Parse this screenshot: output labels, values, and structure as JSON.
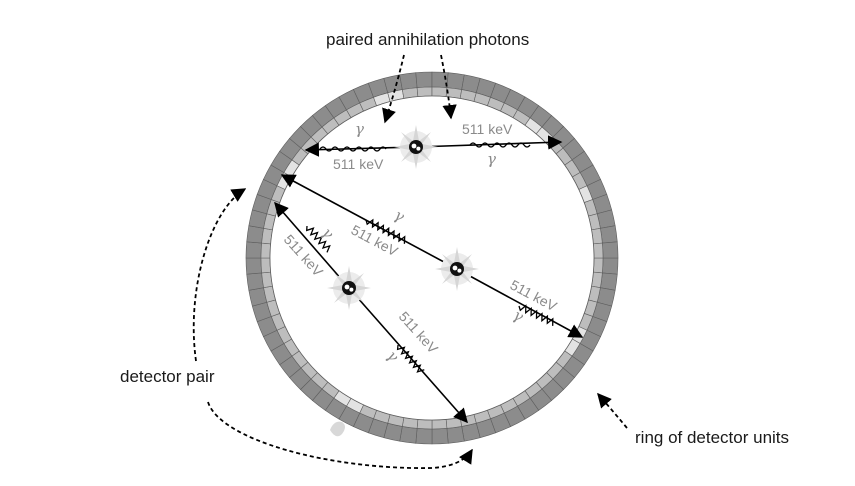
{
  "labels": {
    "paired_annihilation_photons": "paired annihilation photons",
    "detector_pair": "detector pair",
    "ring_of_detector_units": "ring of detector units"
  },
  "photon": {
    "energy": "511 keV",
    "symbol": "γ"
  },
  "ring": {
    "segment_count": 72
  },
  "colors": {
    "ring_outer": "#8c8c8c",
    "ring_inner": "#bdbdbd",
    "detector_highlight": "#e3e3e3",
    "line": "#000000",
    "photon_label": "#8a8a8a",
    "burst": "#cfcfcf"
  }
}
